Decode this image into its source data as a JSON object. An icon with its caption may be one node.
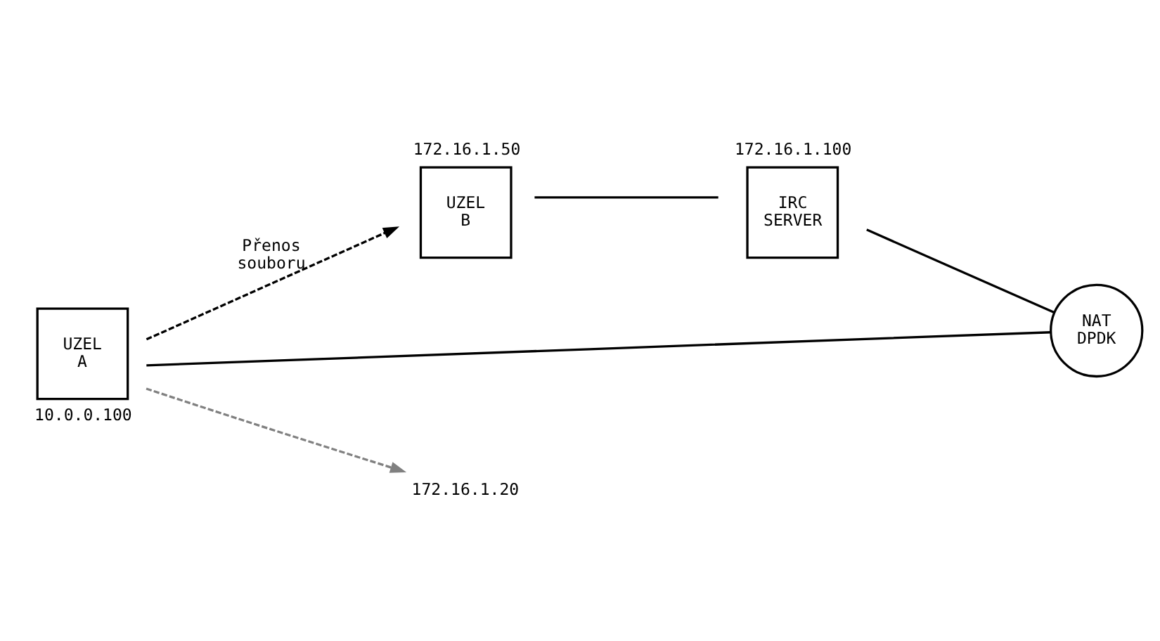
{
  "diagram": {
    "nodes": [
      {
        "text": [
          "UZEL B"
        ],
        "beside": [
          "172.16.1.50"
        ]
      },
      {
        "text": [
          "IRC SERVER"
        ],
        "beside": [
          "172.16.1.100"
        ]
      },
      {
        "text": [
          "UZEL A"
        ],
        "beside": [
          "10.0.0.100"
        ]
      },
      {
        "text": [
          "NAT DPDK"
        ]
      },
      {
        "text": [
          "172.16.1.20"
        ]
      }
    ],
    "edges": [
      {
        "from": 2,
        "to": 0,
        "arrow": "to",
        "label": "Přenos souboru",
        "style": "dashed"
      },
      {
        "from": 0,
        "to": 1,
        "arrow": "none"
      },
      {
        "from": 1,
        "to": 3,
        "arrow": "none"
      },
      {
        "from": 2,
        "to": 3,
        "arrow": "none"
      },
      {
        "from": 2,
        "to": 4,
        "arrow": "to",
        "style": "dashed",
        "color": "#808080"
      }
    ]
  }
}
